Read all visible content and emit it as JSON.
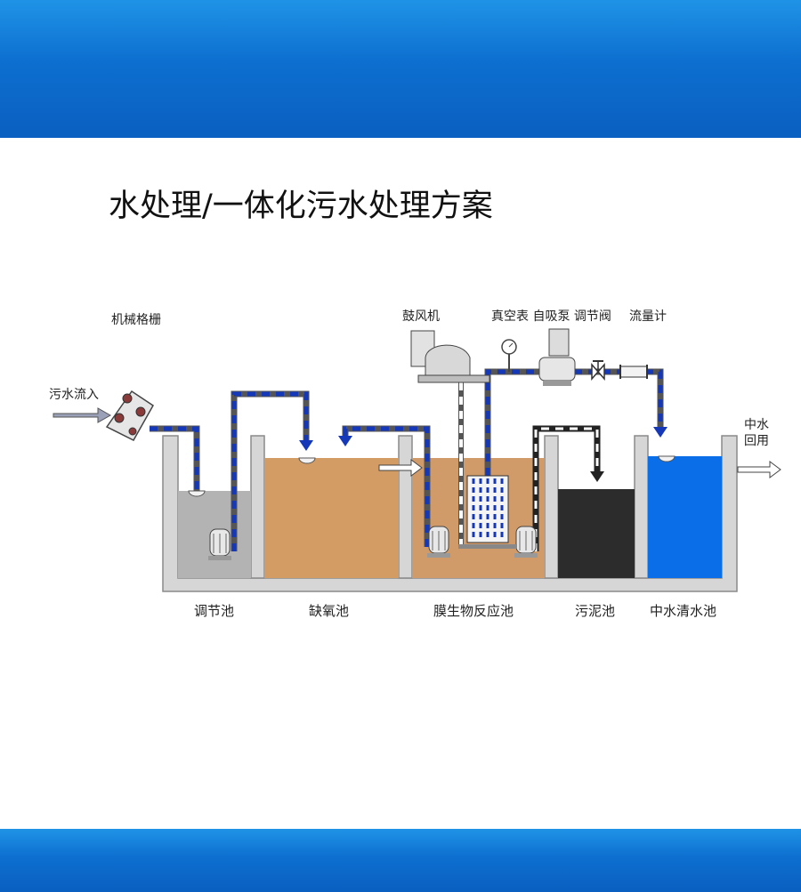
{
  "page": {
    "title": "水处理/一体化污水处理方案"
  },
  "diagram": {
    "labels": {
      "screen": "机械格栅",
      "sewage_in": "污水流入",
      "blower": "鼓风机",
      "gauge_pump_valve": "真空表 自吸泵 调节阀",
      "flowmeter": "流量计",
      "reuse_line1": "中水",
      "reuse_line2": "回用"
    },
    "tanks": [
      {
        "name": "调节池"
      },
      {
        "name": "缺氧池"
      },
      {
        "name": "膜生物反应池"
      },
      {
        "name": "污泥池"
      },
      {
        "name": "中水清水池"
      }
    ],
    "colors": {
      "banner": "#0d6fd0",
      "grey_water": "#b0b0b0",
      "anoxic_water": "#d29a62",
      "mbr_water": "#cf9866",
      "sludge": "#2c2c2c",
      "clear_water": "#0a6ee8",
      "pipe_blue": "#1538b8",
      "wall": "#c9c9c9"
    }
  }
}
